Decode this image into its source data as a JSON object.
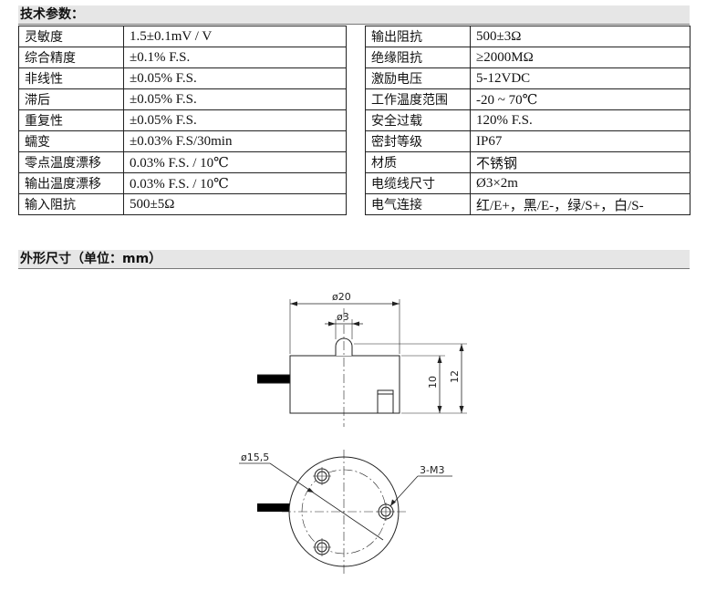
{
  "specs": {
    "title": "技术参数：",
    "left": [
      {
        "label": "灵敏度",
        "value": "1.5±0.1mV / V"
      },
      {
        "label": "综合精度",
        "value": "±0.1% F.S."
      },
      {
        "label": "非线性",
        "value": "±0.05% F.S."
      },
      {
        "label": "滞后",
        "value": "±0.05% F.S."
      },
      {
        "label": "重复性",
        "value": "±0.05% F.S."
      },
      {
        "label": "蠕变",
        "value": "±0.03% F.S/30min"
      },
      {
        "label": "零点温度漂移",
        "value": "0.03% F.S. / 10℃"
      },
      {
        "label": "输出温度漂移",
        "value": "0.03% F.S. / 10℃"
      },
      {
        "label": "输入阻抗",
        "value": "500±5Ω"
      }
    ],
    "right": [
      {
        "label": "输出阻抗",
        "value": "500±3Ω"
      },
      {
        "label": "绝缘阻抗",
        "value": "≥2000MΩ"
      },
      {
        "label": "激励电压",
        "value": "5-12VDC"
      },
      {
        "label": "工作温度范围",
        "value": "-20 ~ 70℃"
      },
      {
        "label": "安全过载",
        "value": "120% F.S."
      },
      {
        "label": "密封等级",
        "value": "IP67"
      },
      {
        "label": "材质",
        "value": "不锈钢"
      },
      {
        "label": "电缆线尺寸",
        "value": "Ø3×2m"
      },
      {
        "label": "电气连接",
        "value": "红/E+，黑/E-，绿/S+，白/S-"
      }
    ]
  },
  "dimensions": {
    "title": "外形尺寸（单位：mm）",
    "dia_outer": "ø20",
    "dia_stud": "ø3",
    "height_body": "10",
    "height_total": "12",
    "dia_pcd": "ø15,5",
    "holes": "3-M3"
  }
}
